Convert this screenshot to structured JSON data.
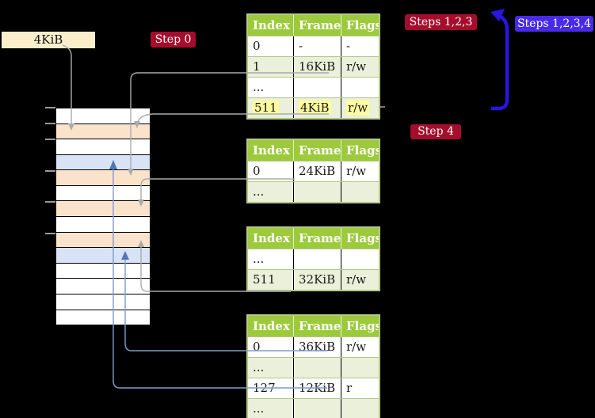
{
  "labels": {
    "page_size": "4KiB",
    "step0": "Step 0",
    "steps123": "Steps 1,2,3",
    "steps1234": "Steps 1,2,3,4",
    "step4": "Step 4"
  },
  "colors": {
    "bg": "#000000",
    "badge-red": "#A50D2D",
    "badge-blue": "#4A2AE9",
    "arrow-blue": "#2B14E0",
    "connector-gray": "#ABABAB",
    "connector-blue": "#7E9CCE",
    "connector-blue-head": "#5475B5",
    "table-header-green": "#9CCA3C",
    "table-row-green": "#EAF0D9",
    "table-border": "#B5C789",
    "highlight-yellow": "#FEFE9C",
    "mem-peach": "#FBE3CB",
    "mem-blue": "#D8E4F5",
    "mem-label-bg": "#FAEECB",
    "tick-gray": "#999999"
  },
  "memory_strip": {
    "rows": [
      "white",
      "peach",
      "white",
      "blue",
      "peach",
      "white",
      "peach",
      "white",
      "peach",
      "blue",
      "white",
      "white",
      "white",
      "white"
    ]
  },
  "tables": [
    {
      "name": "page-table-1",
      "headers": [
        "Index",
        "Frame",
        "Flags"
      ],
      "rows": [
        {
          "cells": [
            "0",
            "-",
            "-"
          ],
          "shaded": false,
          "highlighted": false
        },
        {
          "cells": [
            "1",
            "16KiB",
            "r/w"
          ],
          "shaded": true,
          "highlighted": false
        },
        {
          "cells": [
            "...",
            "",
            ""
          ],
          "shaded": false,
          "highlighted": false
        },
        {
          "cells": [
            "511",
            "4KiB",
            "r/w"
          ],
          "shaded": true,
          "highlighted": true
        }
      ]
    },
    {
      "name": "page-table-2",
      "headers": [
        "Index",
        "Frame",
        "Flags"
      ],
      "rows": [
        {
          "cells": [
            "0",
            "24KiB",
            "r/w"
          ],
          "shaded": false,
          "highlighted": false
        },
        {
          "cells": [
            "...",
            "",
            ""
          ],
          "shaded": true,
          "highlighted": false
        }
      ]
    },
    {
      "name": "page-table-3",
      "headers": [
        "Index",
        "Frame",
        "Flags"
      ],
      "rows": [
        {
          "cells": [
            "...",
            "",
            ""
          ],
          "shaded": false,
          "highlighted": false
        },
        {
          "cells": [
            "511",
            "32KiB",
            "r/w"
          ],
          "shaded": true,
          "highlighted": false
        }
      ]
    },
    {
      "name": "page-table-4",
      "headers": [
        "Index",
        "Frame",
        "Flags"
      ],
      "rows": [
        {
          "cells": [
            "0",
            "36KiB",
            "r/w"
          ],
          "shaded": false,
          "highlighted": false
        },
        {
          "cells": [
            "...",
            "",
            ""
          ],
          "shaded": true,
          "highlighted": false
        },
        {
          "cells": [
            "127",
            "12KiB",
            "r"
          ],
          "shaded": false,
          "highlighted": false
        },
        {
          "cells": [
            "...",
            "",
            ""
          ],
          "shaded": true,
          "highlighted": false
        }
      ]
    }
  ]
}
